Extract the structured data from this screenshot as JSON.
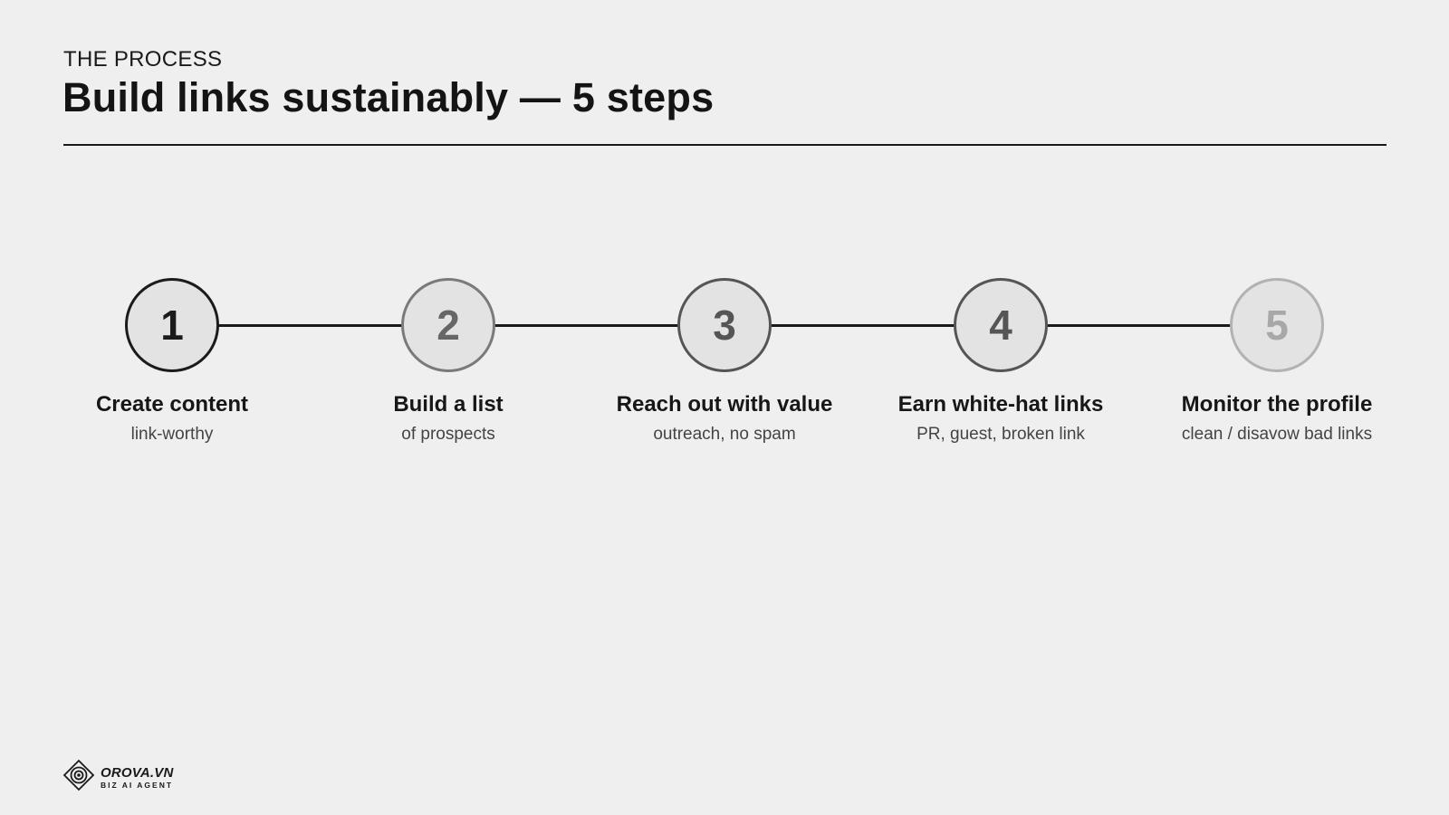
{
  "header": {
    "eyebrow": "THE PROCESS",
    "title": "Build links sustainably — 5 steps"
  },
  "steps": [
    {
      "number": "1",
      "title": "Create content",
      "subtitle": "link-worthy",
      "border_color": "#1b1b1b",
      "number_color": "#1b1b1b"
    },
    {
      "number": "2",
      "title": "Build a list",
      "subtitle": "of prospects",
      "border_color": "#7a7a7a",
      "number_color": "#666666"
    },
    {
      "number": "3",
      "title": "Reach out with value",
      "subtitle": "outreach, no spam",
      "border_color": "#555555",
      "number_color": "#555555"
    },
    {
      "number": "4",
      "title": "Earn white-hat links",
      "subtitle": "PR, guest, broken link",
      "border_color": "#555555",
      "number_color": "#555555"
    },
    {
      "number": "5",
      "title": "Monitor the profile",
      "subtitle": "clean / disavow bad links",
      "border_color": "#b2b2b2",
      "number_color": "#a8a8a8"
    }
  ],
  "logo": {
    "name": "OROVA.VN",
    "tagline": "BIZ AI AGENT",
    "icon": "orova-logo-icon"
  }
}
